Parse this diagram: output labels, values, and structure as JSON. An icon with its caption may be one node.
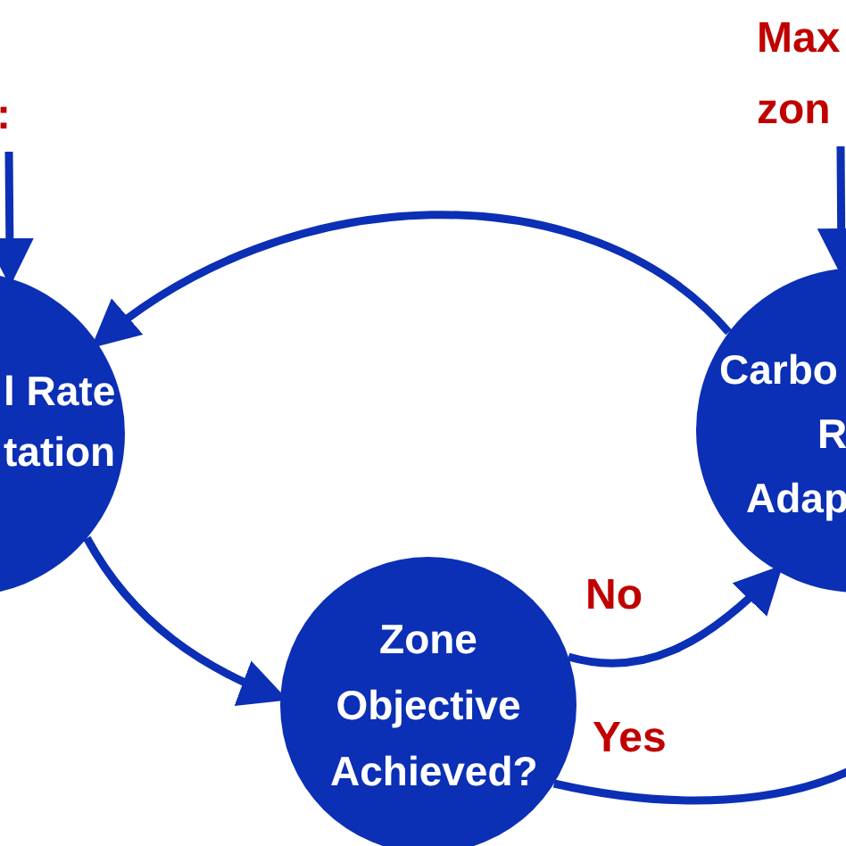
{
  "diagram": {
    "nodes": [
      {
        "text": [
          ":"
        ]
      },
      {
        "text": [
          "Max zon"
        ]
      },
      {
        "text": [
          "l Rate",
          "tation"
        ]
      },
      {
        "text": [
          "Carbo",
          "R",
          "Adap"
        ]
      },
      {
        "text": [
          "Zone Objective Achieved?"
        ]
      }
    ],
    "edges": [
      {
        "from": 0,
        "to": 2,
        "arrow": "to"
      },
      {
        "from": 1,
        "to": 3,
        "arrow": "to"
      },
      {
        "from": 3,
        "to": 2,
        "arrow": "to"
      },
      {
        "from": 2,
        "to": 4,
        "arrow": "to"
      },
      {
        "from": 4,
        "to": 3,
        "arrow": "to",
        "label": "No"
      },
      {
        "from": 4,
        "to": null,
        "arrow": "none",
        "label": "Yes"
      }
    ]
  }
}
